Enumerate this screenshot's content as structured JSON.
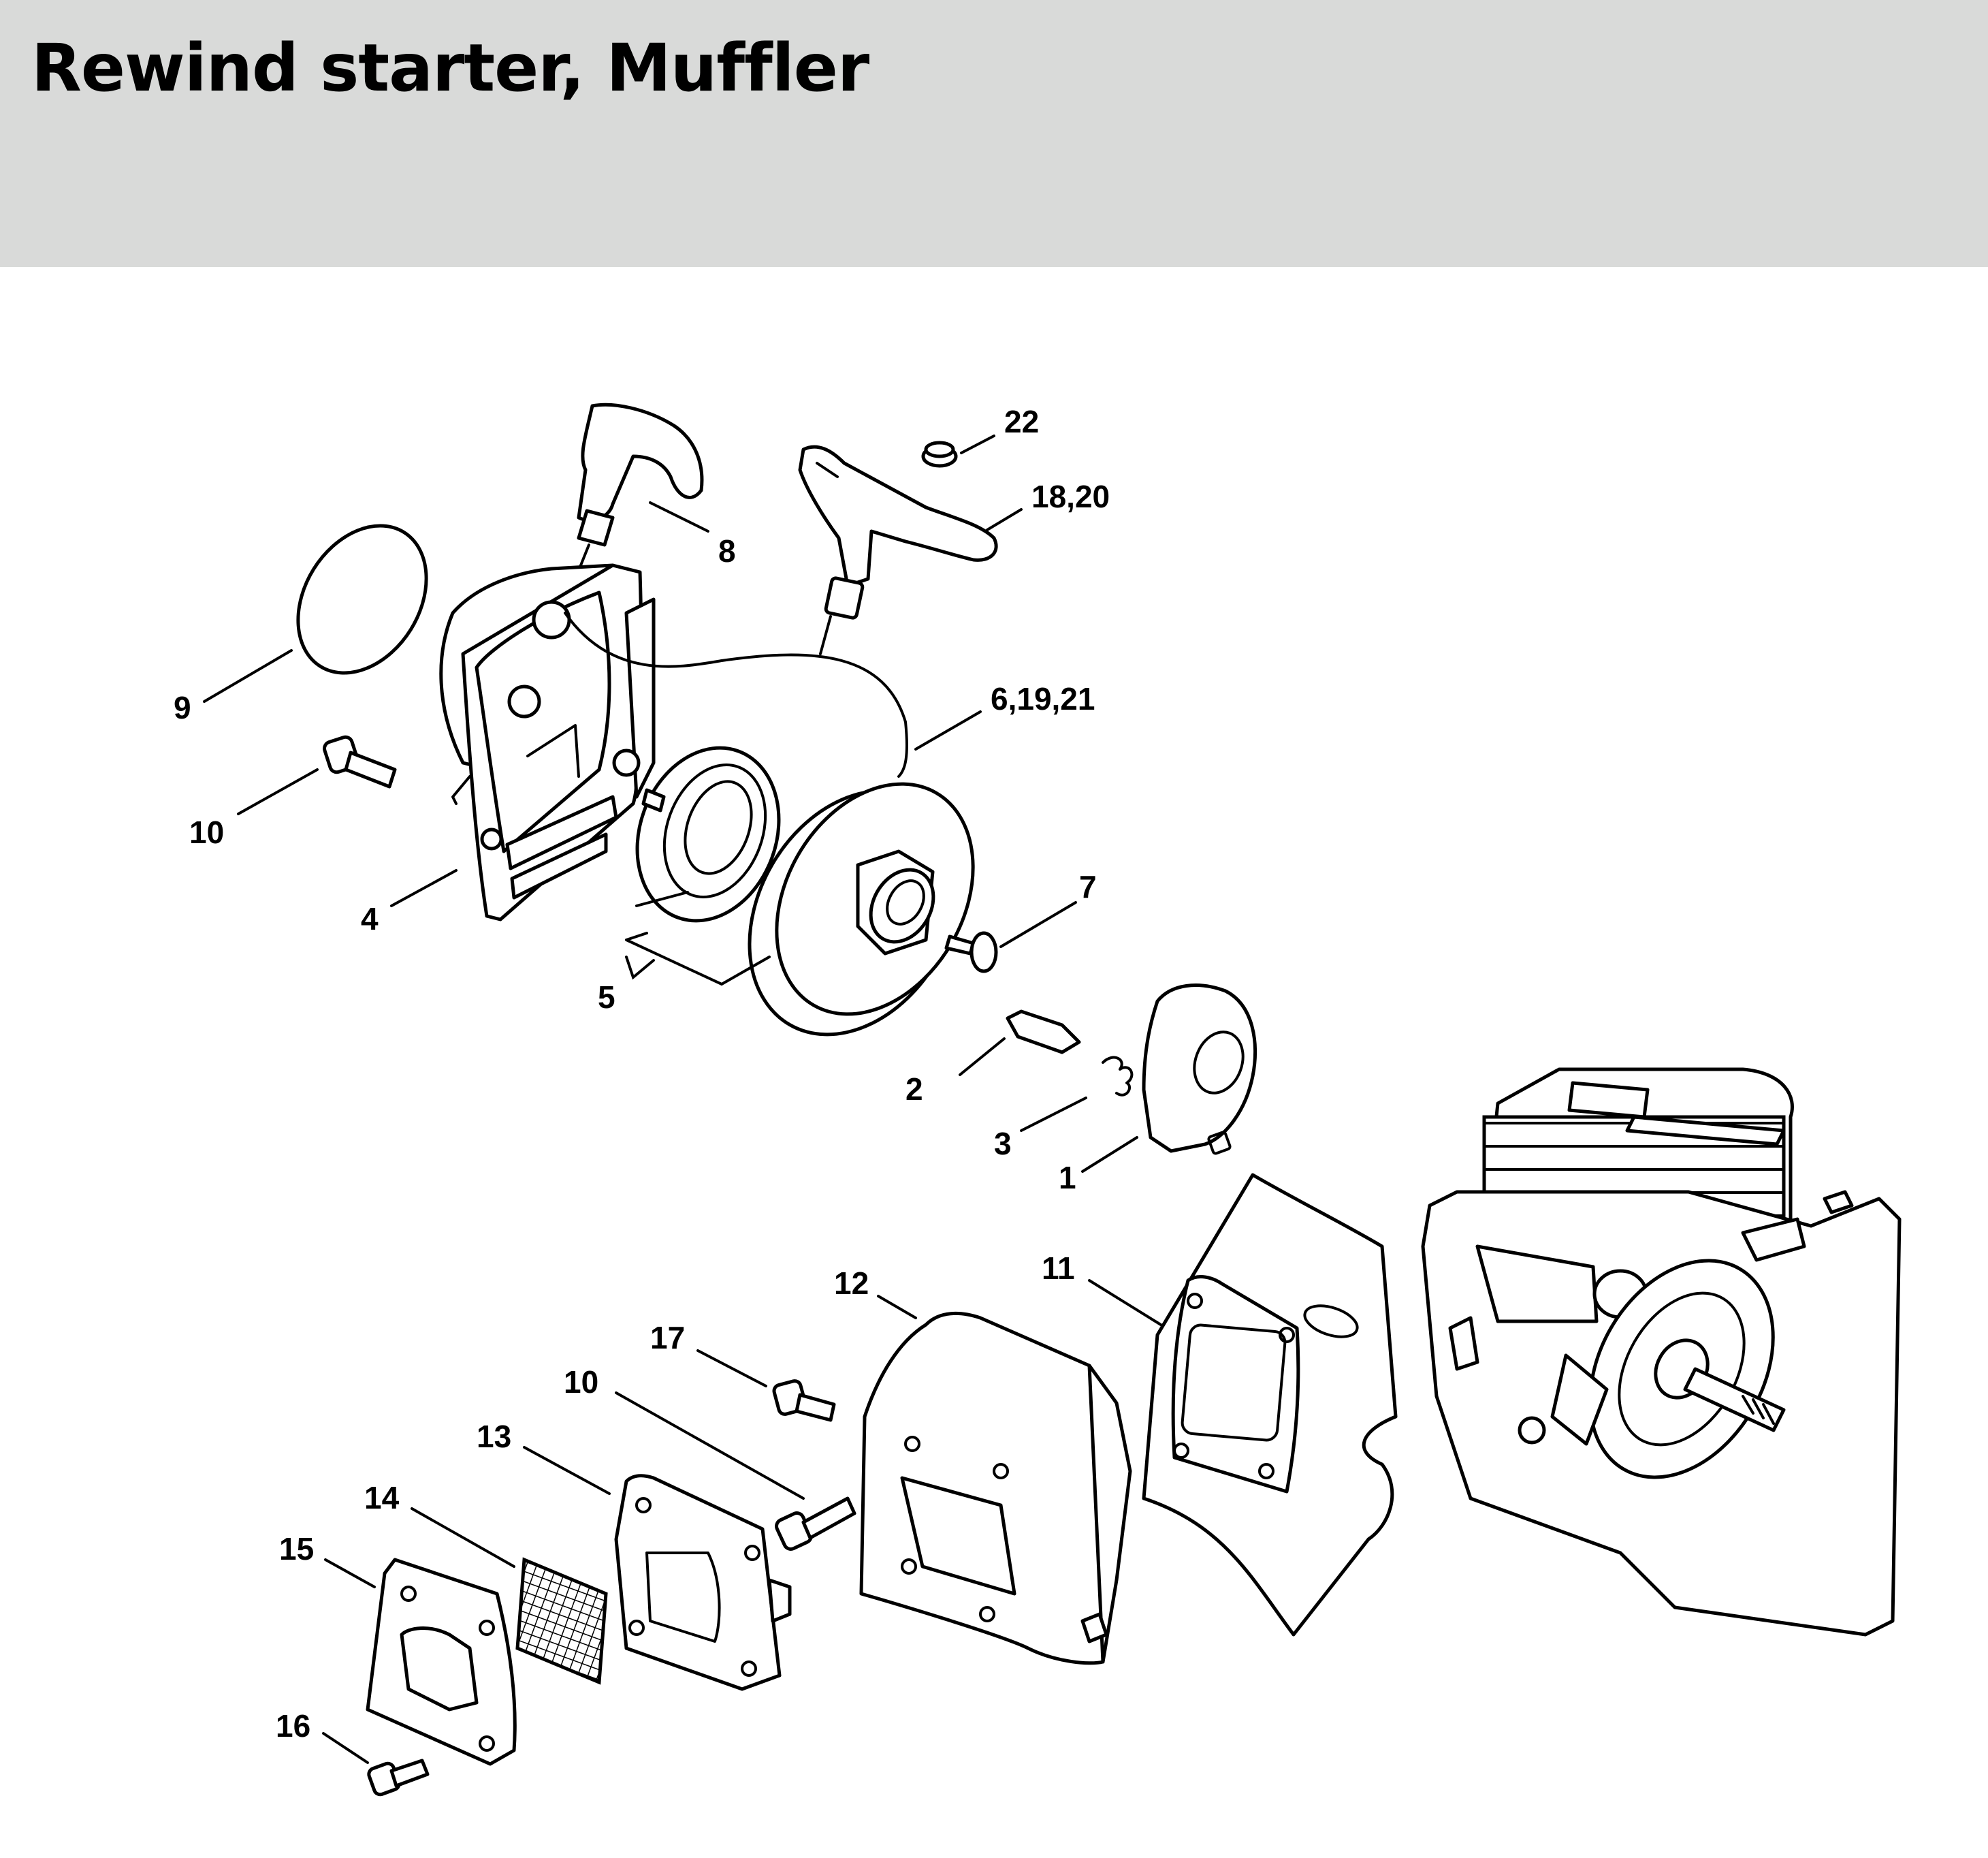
{
  "page": {
    "title": "Rewind starter, Muffler",
    "header_color": "#d9dad9"
  },
  "callouts": [
    {
      "id": "22",
      "label": "22"
    },
    {
      "id": "18-20",
      "label": "18,20"
    },
    {
      "id": "8",
      "label": "8"
    },
    {
      "id": "9",
      "label": "9"
    },
    {
      "id": "6-19-21",
      "label": "6,19,21"
    },
    {
      "id": "10-top",
      "label": "10"
    },
    {
      "id": "4",
      "label": "4"
    },
    {
      "id": "7",
      "label": "7"
    },
    {
      "id": "5",
      "label": "5"
    },
    {
      "id": "2",
      "label": "2"
    },
    {
      "id": "3",
      "label": "3"
    },
    {
      "id": "1",
      "label": "1"
    },
    {
      "id": "12",
      "label": "12"
    },
    {
      "id": "11",
      "label": "11"
    },
    {
      "id": "17",
      "label": "17"
    },
    {
      "id": "10-bottom",
      "label": "10"
    },
    {
      "id": "13",
      "label": "13"
    },
    {
      "id": "14",
      "label": "14"
    },
    {
      "id": "15",
      "label": "15"
    },
    {
      "id": "16",
      "label": "16"
    }
  ]
}
